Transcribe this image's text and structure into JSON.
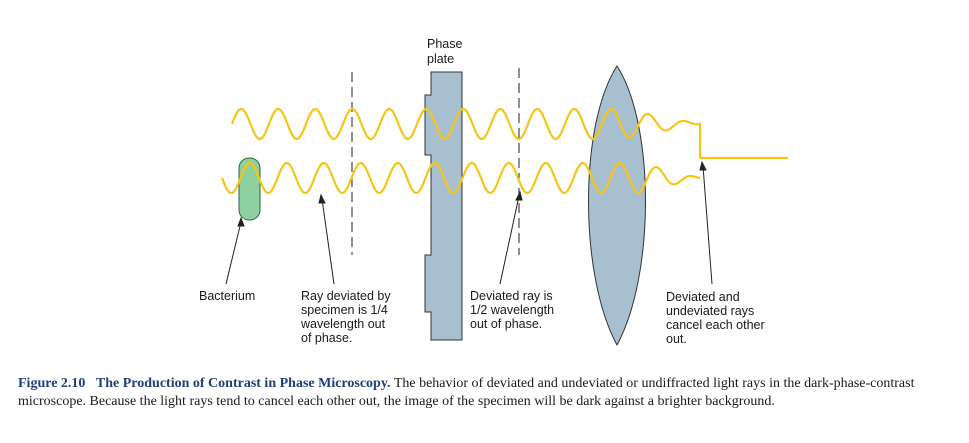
{
  "labels": {
    "phase_plate": [
      "Phase",
      "plate"
    ],
    "bacterium": [
      "Bacterium"
    ],
    "ray_deviated_quarter": [
      "Ray deviated by",
      "specimen is 1/4",
      "wavelength out",
      "of phase."
    ],
    "ray_deviated_half": [
      "Deviated ray is",
      "1/2 wavelength",
      "out of phase."
    ],
    "cancel": [
      "Deviated and",
      "undeviated rays",
      "cancel each other",
      "out."
    ]
  },
  "caption": {
    "number": "Figure 2.10",
    "title": "The Production of Contrast in Phase Microscopy.",
    "body": "The behavior of deviated and undeviated or undiffracted light rays in the dark-phase-contrast microscope. Because the light rays tend to cancel each other out, the image of the specimen will be dark against a brighter background."
  },
  "colors": {
    "wave": "#f5c518",
    "phase_plate": "#a8bfcf",
    "lens": "#a8bfcf",
    "bacterium": "#8fd0a0",
    "caption_heading": "#1f3f7a"
  }
}
